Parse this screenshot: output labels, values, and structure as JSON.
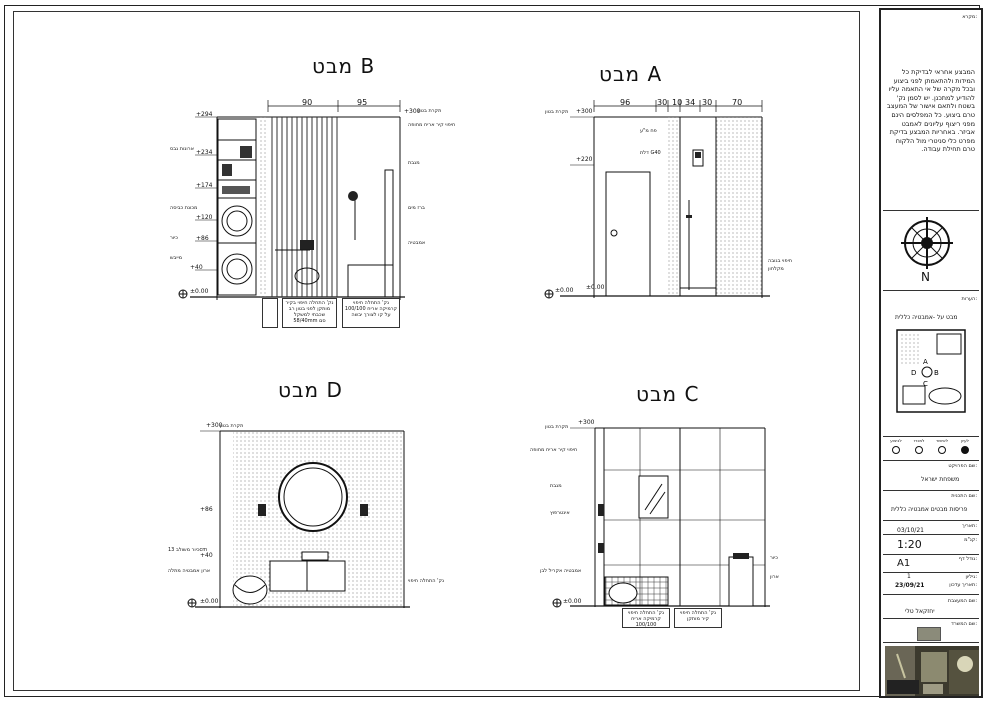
{
  "views": {
    "b": {
      "title": "מבט B",
      "dims": [
        "90",
        "95"
      ],
      "levels": [
        "+294",
        "+234",
        "+174",
        "+120",
        "+86",
        "+40",
        "±0.00",
        "+300"
      ],
      "notes": [
        "ארונות גבס",
        "תקרת בטון",
        "חיפוי קיר אריח מחופה",
        "מגבת",
        "ברז מים",
        "אמבטיה",
        "מכונת כביסה",
        "מייבש",
        "כיור"
      ],
      "boxes": [
        "נק' התחלה חיפוי בקיר מותקן לפני בטון רב שכבתי למשקל 58/40mm סם",
        "נק' התחלה חיפוי קרמיקה אריח 100/100 על קו לצורך יבשה"
      ]
    },
    "a": {
      "title": "מבט A",
      "dims": [
        "96",
        "30",
        "10",
        "34",
        "30",
        "70"
      ],
      "levels": [
        "+300",
        "+220",
        "±0.00",
        "±0.00"
      ],
      "notes": [
        "תקרת בטון",
        "פח מ\"ע",
        "דלת G40",
        "חיפוי בגובה",
        "מקלחון"
      ]
    },
    "d": {
      "title": "מבט D",
      "levels": [
        "+300",
        "+86",
        "+40",
        "±0.00"
      ],
      "notes": [
        "תקרת בטון",
        "כיור משולב 13cm",
        "ארון אמבטיה מתלה",
        "נק' התחלה חיפוי"
      ]
    },
    "c": {
      "title": "מבט C",
      "levels": [
        "+300",
        "±0.00"
      ],
      "notes": [
        "תקרת בטון",
        "חיפוי קיר אריח מחופה",
        "מגבת",
        "אינטרפוץ",
        "אמבטיה אקריל לבן",
        "כיור",
        "ארון"
      ],
      "boxes": [
        "נק' התחלה חיפוי קרמיקה אריח 100/100",
        "נק' התחלה חיפוי קיר מותקן"
      ]
    }
  },
  "panel": {
    "heading": "מקרא:",
    "notice": "המבצע אחראי לבדיקת כל המידות ולהתאמתן לפני ביצוע ובכל מקרה של אי התאמה עליו להודיע למתכנן. יש לסמן נק' בשטח ולתאם אישור של המעצב טרם ביצוע. כל המפלסים הינם מפני ריצוף עליונים לאמבט אביזר. באחריות המבצע בדיקת מפרט כלי סניטרי מול הלקוח טרם תחילת עבודה.",
    "north": "N",
    "plan_label": "הערות:",
    "plan_title": "מבט על -אמבטיה כללית",
    "legend": [
      "לביצוע",
      "למכרז",
      "לאישור",
      "לעיון"
    ],
    "client_label": "שם הפרויקט:",
    "client": "משפחת ישראל",
    "project_label": "שם התכנית:",
    "project": "פריסות מבטים אמבטיה כללית",
    "date_label": "תאריך:",
    "date": "03/10/21",
    "scale_label": "קנ\"מ:",
    "scale": "1:20",
    "page_label": "גודל דף:",
    "page": "A1",
    "sheet_label": "גיליון:",
    "sheet": "1",
    "update_label": "תאריך עדכון:",
    "update": "23/09/21",
    "designer_label": "שם המעצבת:",
    "designer": "יחזקאל טלי",
    "logo_label": "שם המשרד:"
  }
}
